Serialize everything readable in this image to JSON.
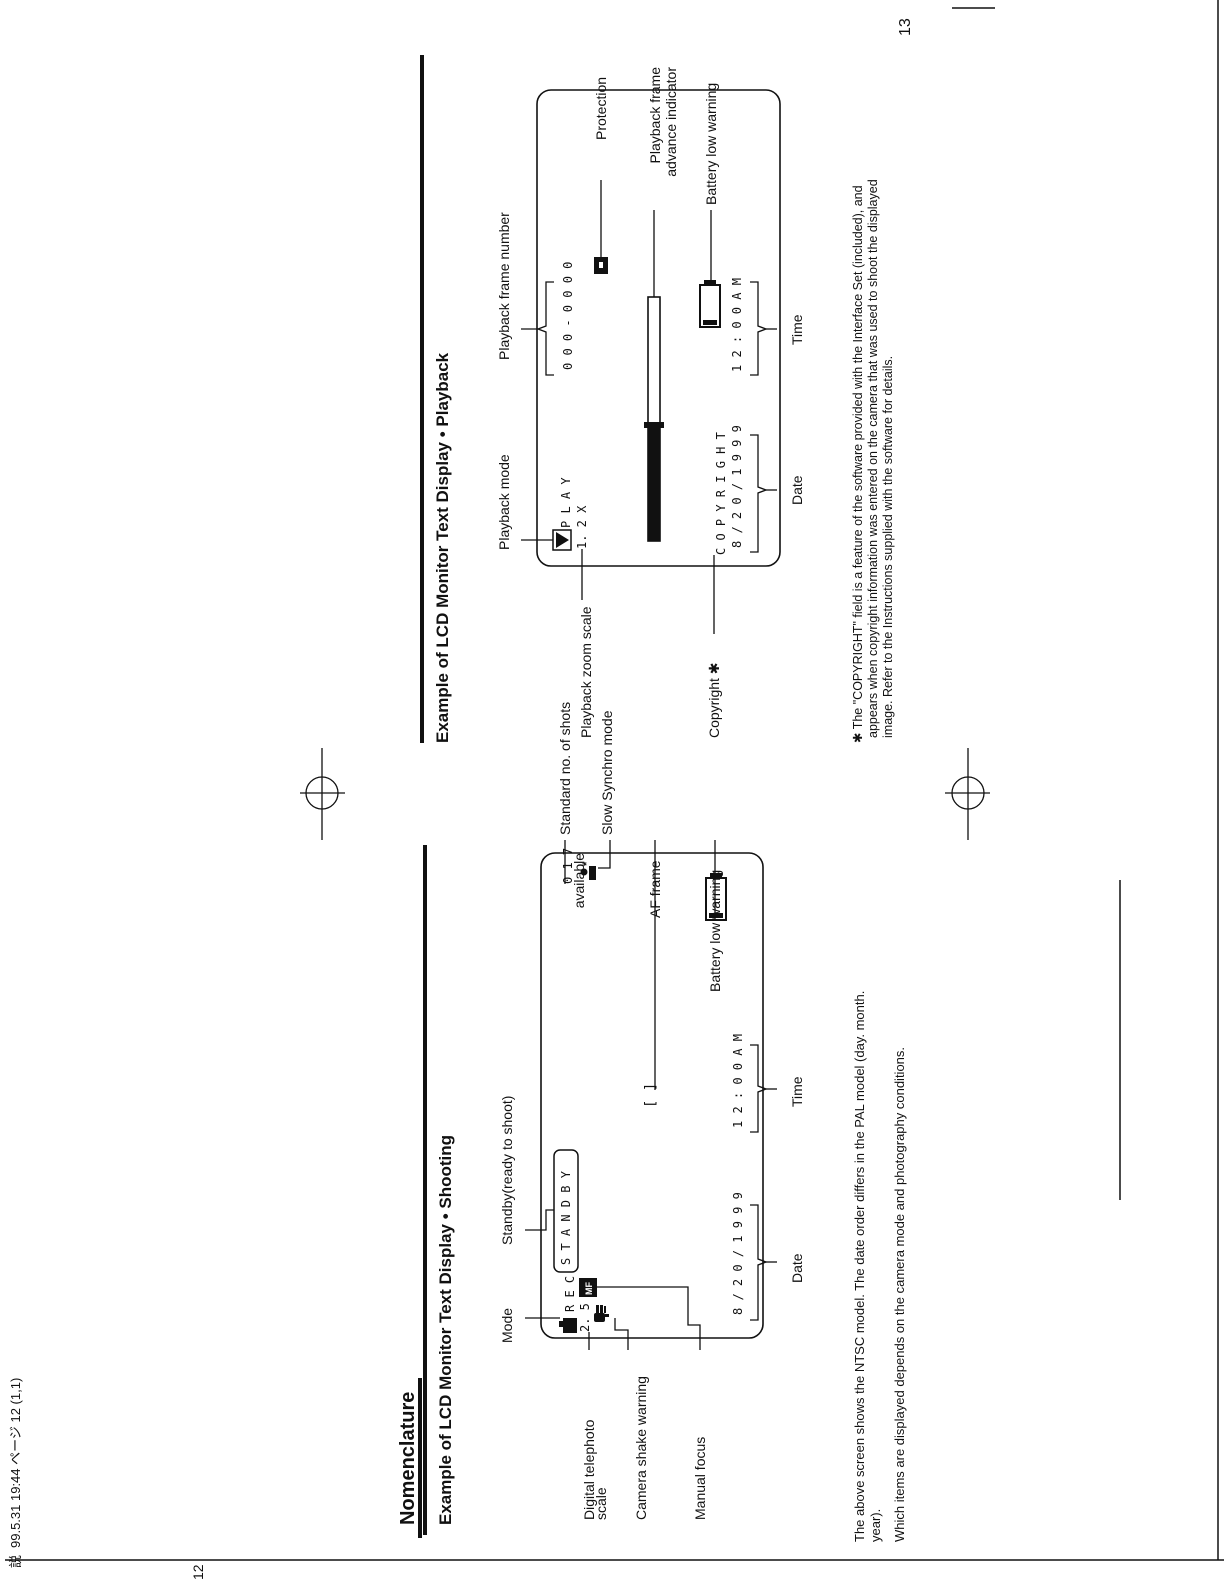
{
  "print_header": "99.5.31 19:44 ページ 12 (1,1)",
  "print_header_mark": "説",
  "nomenclature_title": "Nomenclature",
  "page_left_number": "12",
  "page_right_number": "13",
  "shooting": {
    "title": "Example of LCD Monitor Text Display • Shooting",
    "screen": {
      "mode_text": "R E C",
      "zoom_text": "2. 5 X",
      "standby_text": "S T A N D B Y",
      "shots_text": "0 1 7",
      "af_frame_text": "[  ]",
      "date_text": "8 / 2 0 / 1 9 9 9",
      "time_text": "1 2 : 0 0   A M",
      "mf_text": "MF"
    },
    "labels": {
      "mode": "Mode",
      "standby": "Standby(ready to shoot)",
      "digital_telephoto_line1": "Digital telephoto",
      "digital_telephoto_line2": "scale",
      "camera_shake": "Camera shake warning",
      "manual_focus": "Manual focus",
      "standard_shots_line1": "Standard no. of shots",
      "standard_shots_line2": "available",
      "slow_synchro": "Slow Synchro mode",
      "af_frame": "AF frame",
      "battery": "Battery low warning",
      "date": "Date",
      "time": "Time"
    },
    "note_line1": "The above screen shows the NTSC model. The date order differs in the PAL model (day. month.",
    "note_line2": "year).",
    "note_line3": "Which items are displayed depends on the camera mode and photography conditions."
  },
  "playback": {
    "title": "Example of LCD Monitor Text Display • Playback",
    "screen": {
      "play_text": "P L A Y",
      "zoom_text": "1. 2 X",
      "frame_text": "0 0 0 - 0 0 0 0",
      "copyright_text": "C O P Y R I G H T",
      "date_text": "8 / 2 0 / 1 9 9 9",
      "time_text": "1 2 : 0 0   A M"
    },
    "labels": {
      "playback_mode": "Playback mode",
      "playback_frame_number": "Playback frame number",
      "playback_zoom": "Playback zoom scale",
      "copyright": "Copyright ✱",
      "protection": "Protection",
      "frame_advance_line1": "Playback frame",
      "frame_advance_line2": "advance indicator",
      "battery": "Battery low warning",
      "date": "Date",
      "time": "Time"
    },
    "footnote_line1": "✱ The \"COPYRIGHT\" field is a feature of the software provided with the Interface Set (included), and",
    "footnote_line2": "appears when copyright information was entered on the camera that was used to shoot the displayed",
    "footnote_line3": "image. Refer to the Instructions supplied with the software for details."
  }
}
